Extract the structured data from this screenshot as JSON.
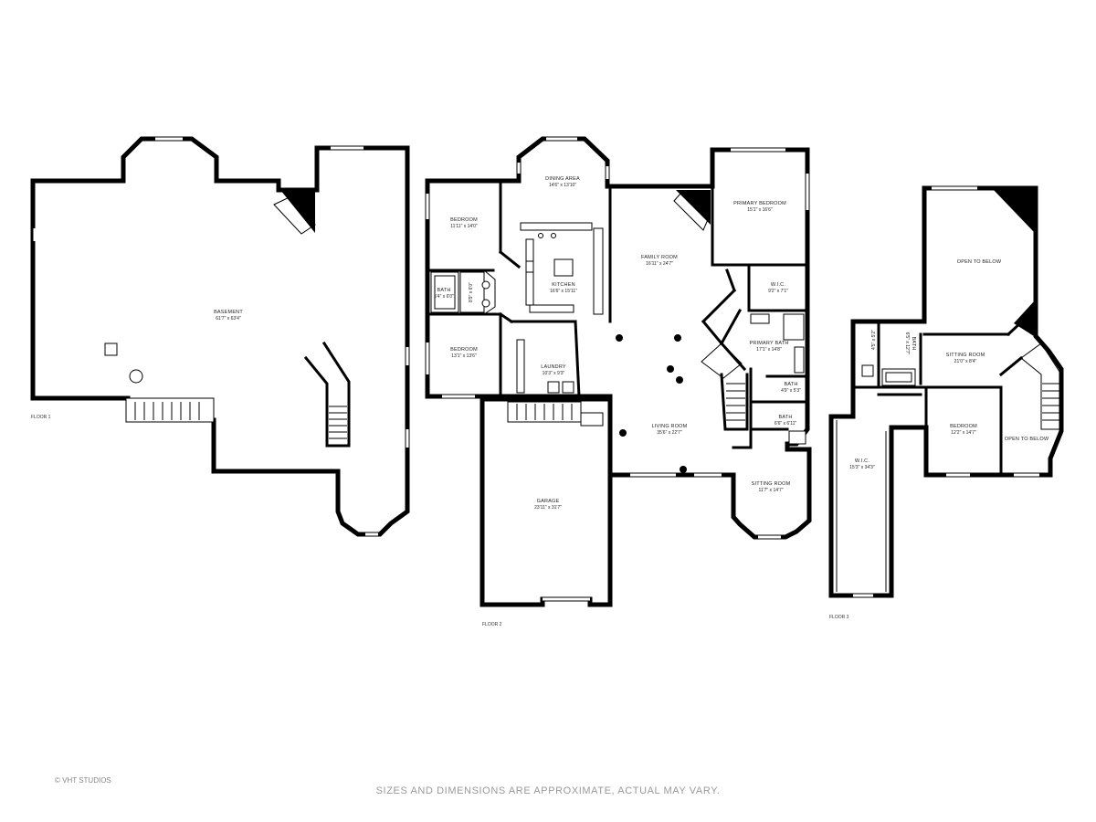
{
  "floors": {
    "floor1": {
      "label": "FLOOR 1",
      "rooms": [
        {
          "name": "BASEMENT",
          "dims": "61'7\" x 63'4\""
        }
      ]
    },
    "floor2": {
      "label": "FLOOR 2",
      "rooms": [
        {
          "name": "DINING AREA",
          "dims": "14'6\" x 13'10\""
        },
        {
          "name": "BEDROOM",
          "dims": "11'11\" x 14'0\""
        },
        {
          "name": "KITCHEN",
          "dims": "16'6\" x 15'11\""
        },
        {
          "name": "BATH",
          "dims": "5'4\" x 6'0\""
        },
        {
          "name": "BEDROOM",
          "dims": "13'1\" x 13'6\""
        },
        {
          "name": "LAUNDRY",
          "dims": "10'3\" x 9'3\""
        },
        {
          "name": "FAMILY ROOM",
          "dims": "16'11\" x 24'7\""
        },
        {
          "name": "PRIMARY BEDROOM",
          "dims": "15'1\" x 16'6\""
        },
        {
          "name": "W.I.C.",
          "dims": "9'2\" x 7'1\""
        },
        {
          "name": "PRIMARY BATH",
          "dims": "17'1\" x 14'8\""
        },
        {
          "name": "BATH",
          "dims": "4'9\" x 5'3\""
        },
        {
          "name": "LIVING ROOM",
          "dims": "35'6\" x 22'7\""
        },
        {
          "name": "BATH",
          "dims": "6'6\" x 6'11\""
        },
        {
          "name": "SITTING ROOM",
          "dims": "11'7\" x 14'7\""
        },
        {
          "name": "GARAGE",
          "dims": "23'11\" x 31'7\""
        }
      ],
      "rotated": {
        "dims": "8'9\" x 6'0\""
      }
    },
    "floor3": {
      "label": "FLOOR 3",
      "rooms": [
        {
          "name": "OPEN TO BELOW",
          "dims": ""
        },
        {
          "name": "SITTING ROOM",
          "dims": "21'0\" x 8'4\""
        },
        {
          "name": "BEDROOM",
          "dims": "12'2\" x 14'7\""
        },
        {
          "name": "OPEN TO BELOW",
          "dims": ""
        },
        {
          "name": "W.I.C.",
          "dims": "15'3\" x 34'3\""
        }
      ],
      "rotated": [
        {
          "name": "BATH",
          "dims": "6'5\" x 12'7\""
        },
        {
          "name": "",
          "dims": "4'5\" x 5'2\""
        }
      ]
    }
  },
  "disclaimer": "SIZES AND DIMENSIONS ARE APPROXIMATE, ACTUAL MAY VARY.",
  "copyright": "© VHT STUDIOS"
}
